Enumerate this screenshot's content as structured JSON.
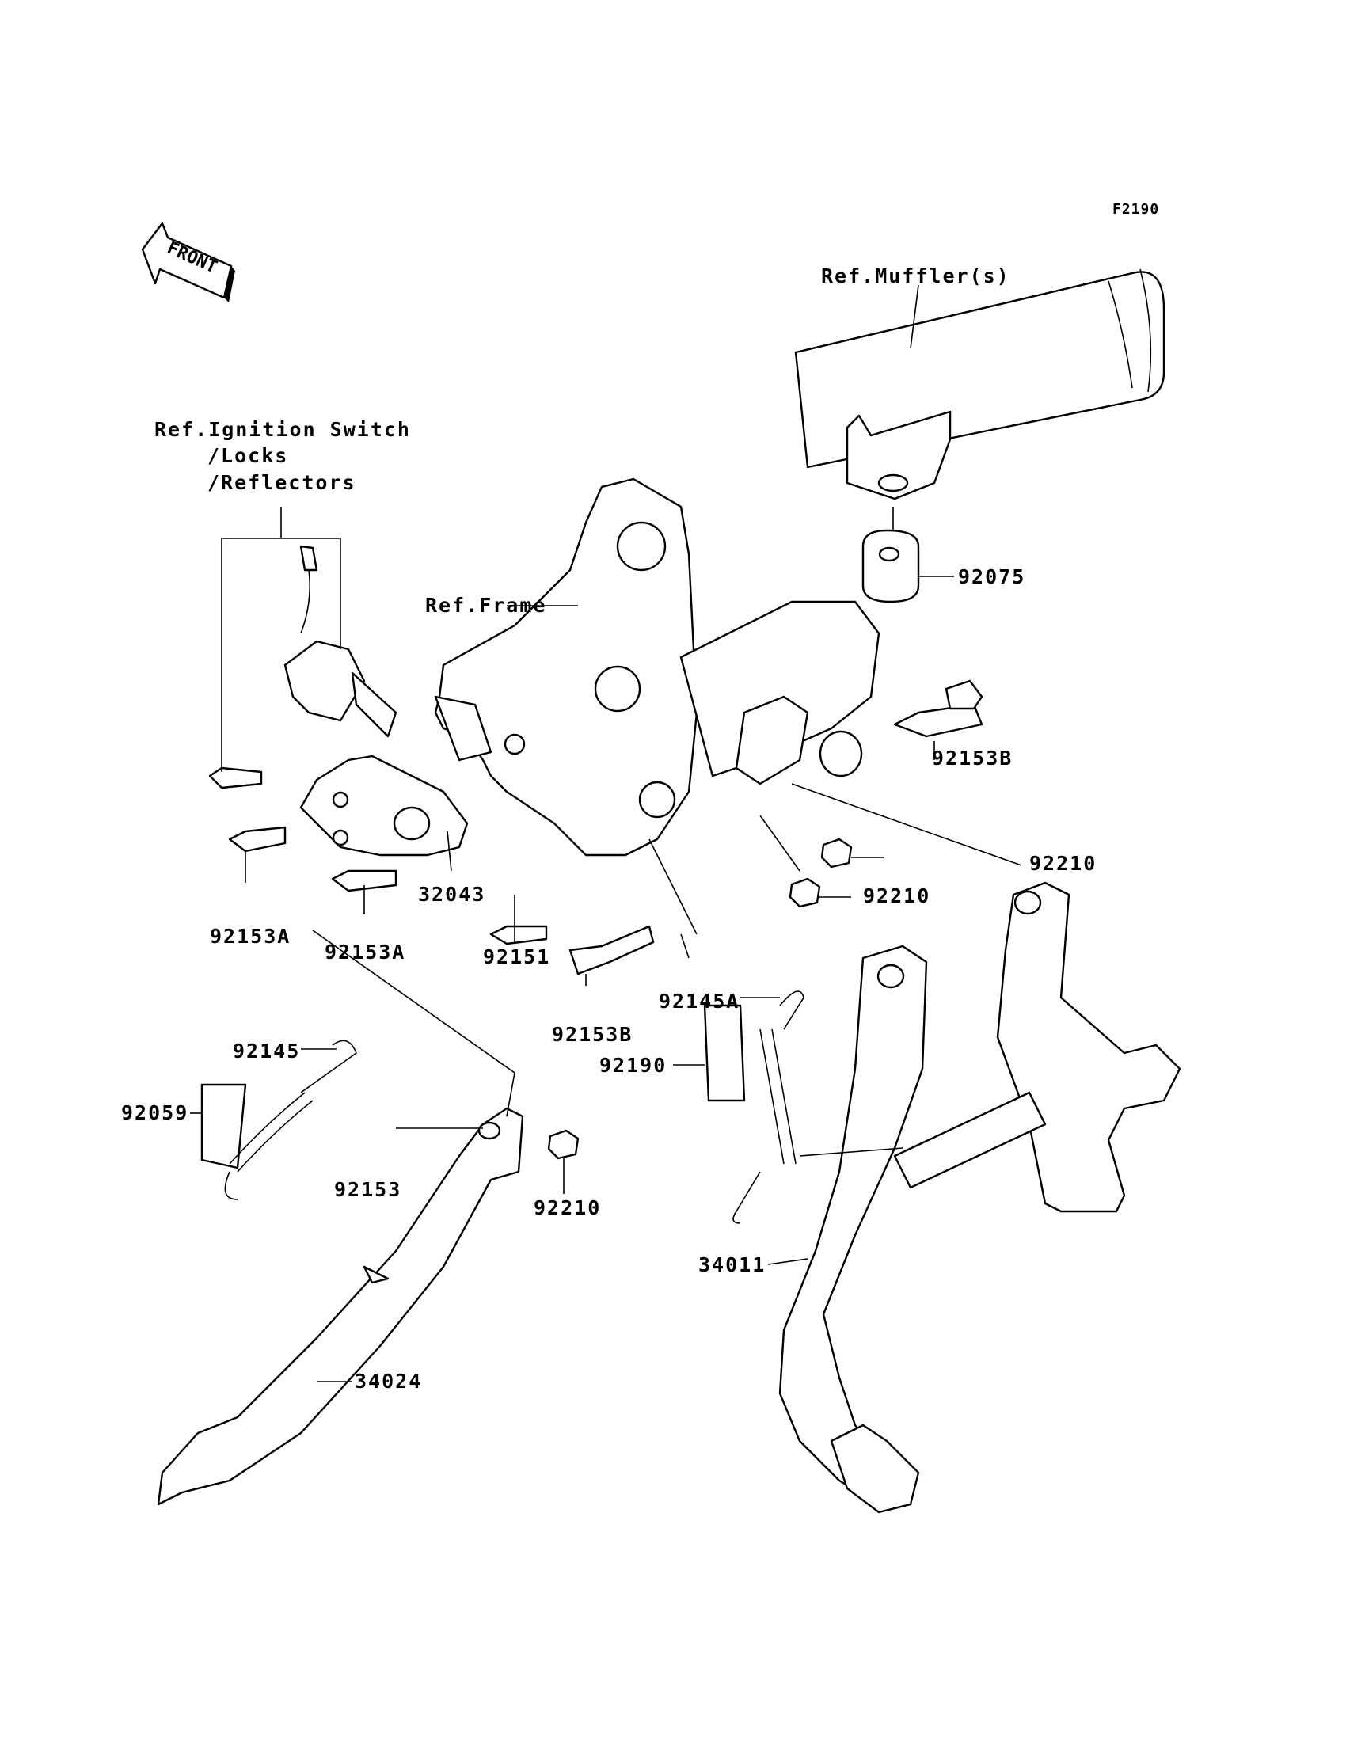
{
  "diagram": {
    "code": "F2190",
    "front_mark": "FRONT",
    "refs": {
      "muffler": "Ref.Muffler(s)",
      "ignition_1": "Ref.Ignition Switch",
      "ignition_2": "/Locks",
      "ignition_3": "/Reflectors",
      "frame": "Ref.Frame"
    },
    "parts": [
      "92075",
      "92153B",
      "92210",
      "92210",
      "32043",
      "92153A",
      "92153A",
      "92151",
      "92153B",
      "92145A",
      "92190",
      "92145",
      "92059",
      "92153",
      "92210",
      "34011",
      "34024"
    ]
  }
}
